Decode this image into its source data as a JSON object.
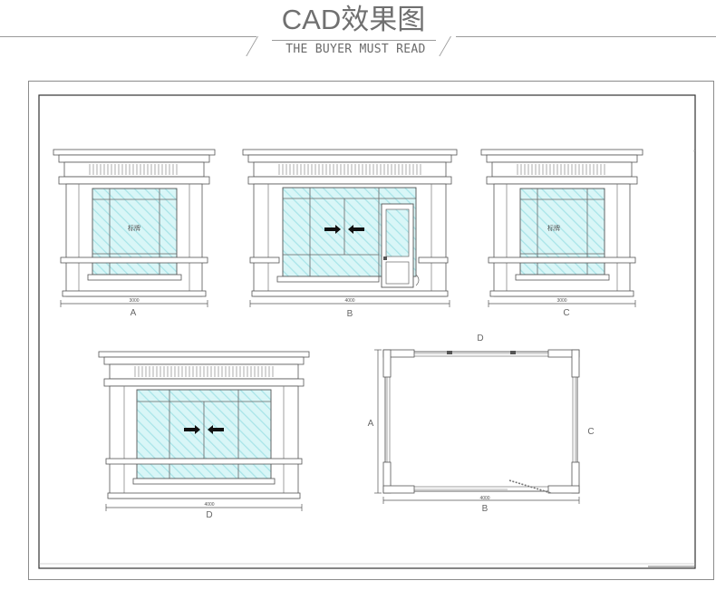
{
  "header": {
    "title": "CAD效果图",
    "subtitle": "THE BUYER MUST READ"
  },
  "drawing": {
    "elevations": [
      {
        "label": "A",
        "dimension": "3000",
        "sign": "标牌"
      },
      {
        "label": "B",
        "dimension": "4000"
      },
      {
        "label": "C",
        "dimension": "3000",
        "sign": "标牌"
      },
      {
        "label": "D",
        "dimension": "4000"
      }
    ],
    "plan": {
      "labels": {
        "top": "D",
        "bottom": "B",
        "left": "A",
        "right": "C"
      },
      "dimension": "4000"
    }
  },
  "colors": {
    "line": "#555555",
    "glass": "#bfeef0",
    "glass_hatch": "#d4f4f5",
    "frame": "#8c8c8c"
  }
}
